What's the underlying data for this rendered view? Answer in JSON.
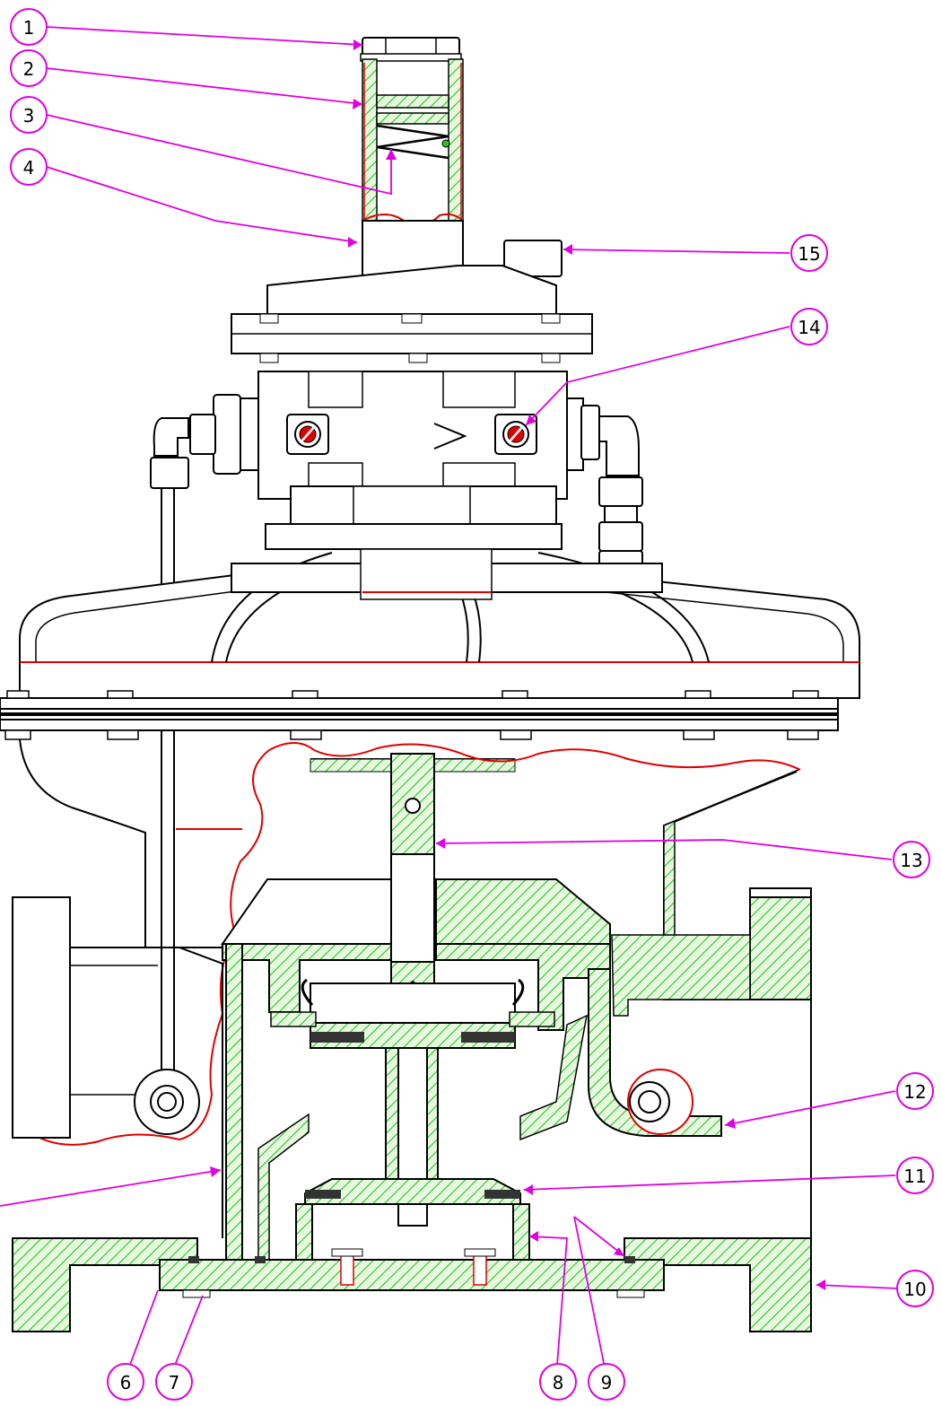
{
  "diagram": {
    "colors": {
      "line": "#000000",
      "section_hatch": "#27c52a",
      "section_fill": "#dff5d6",
      "break_line": "#e00000",
      "leader": "#e000e0",
      "callout_stroke": "#e000e0"
    },
    "callouts": [
      {
        "id": "c1",
        "label": "1"
      },
      {
        "id": "c2",
        "label": "2"
      },
      {
        "id": "c3",
        "label": "3"
      },
      {
        "id": "c4",
        "label": "4"
      },
      {
        "id": "c6",
        "label": "6"
      },
      {
        "id": "c7",
        "label": "7"
      },
      {
        "id": "c8",
        "label": "8"
      },
      {
        "id": "c9",
        "label": "9"
      },
      {
        "id": "c10",
        "label": "10"
      },
      {
        "id": "c11",
        "label": "11"
      },
      {
        "id": "c12",
        "label": "12"
      },
      {
        "id": "c13",
        "label": "13"
      },
      {
        "id": "c14",
        "label": "14"
      },
      {
        "id": "c15",
        "label": "15"
      }
    ]
  }
}
